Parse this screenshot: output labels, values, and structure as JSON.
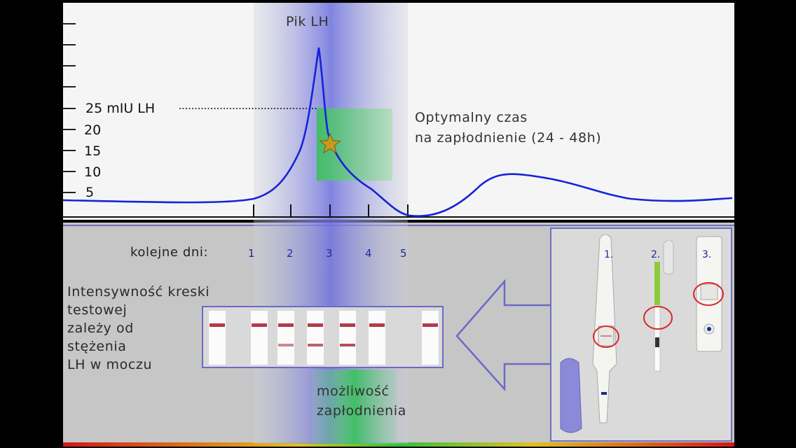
{
  "top_chart": {
    "peak_label": "Pik LH",
    "threshold_label": "25 mIU LH",
    "y_ticks": [
      "20",
      "15",
      "10",
      "5"
    ],
    "optimal_line1": "Optymalny czas",
    "optimal_line2": "na zapłodnienie (24 - 48h)"
  },
  "days": {
    "label": "kolejne dni:",
    "values": [
      "1",
      "2",
      "3",
      "4",
      "5"
    ]
  },
  "intensity_text": [
    "Intensywność kreski",
    "testowej",
    "zależy od",
    "stężenia",
    "LH w moczu"
  ],
  "fertility_label_line1": "możliwość",
  "fertility_label_line2": "zapłodnienia",
  "tests_photo": {
    "labels": [
      "1.",
      "2.",
      "3."
    ]
  },
  "strips": [
    {
      "control": true,
      "test": 0
    },
    {
      "control": true,
      "test": 0
    },
    {
      "control": true,
      "test": 0.6
    },
    {
      "control": true,
      "test": 0.8
    },
    {
      "control": true,
      "test": 0.9
    },
    {
      "control": true,
      "test": 0
    },
    {
      "control": true,
      "test": 0
    }
  ],
  "colors": {
    "curve": "#1424d8",
    "band": "#7e82e0",
    "fertile_green": "#49c865",
    "control_line": "#b23a4a",
    "arrow": "#6a6ac8"
  }
}
